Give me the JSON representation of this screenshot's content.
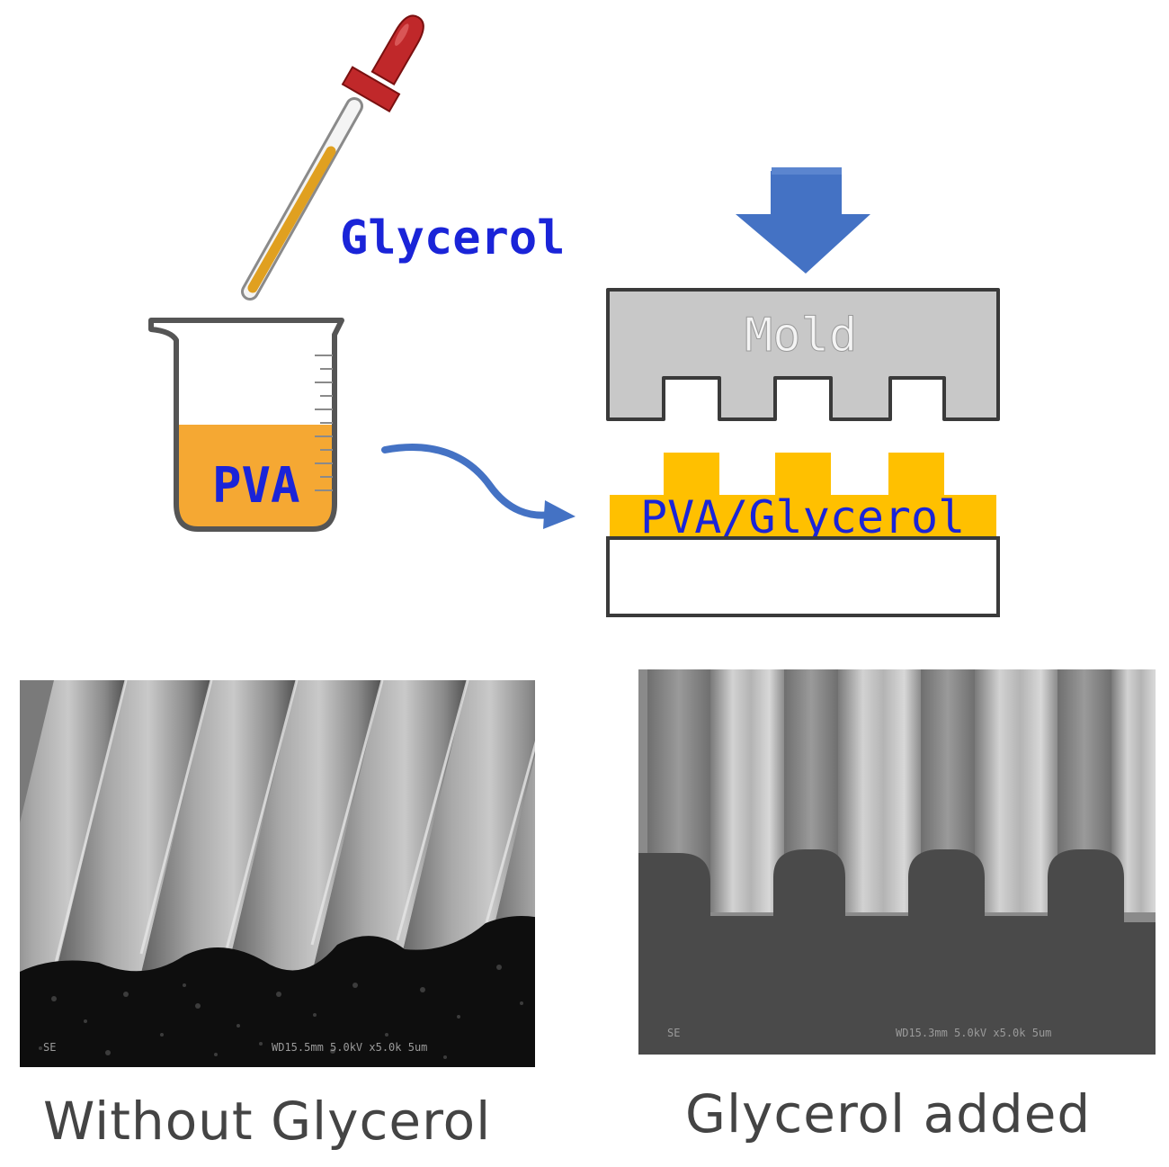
{
  "labels": {
    "glycerol": "Glycerol",
    "pva": "PVA",
    "mold": "Mold",
    "pva_glycerol": "PVA/Glycerol"
  },
  "captions": {
    "without": "Without Glycerol",
    "added": "Glycerol added"
  },
  "sem_left_info": {
    "detector": "SE",
    "settings": "WD15.5mm   5.0kV x5.0k     5um"
  },
  "sem_right_info": {
    "detector": "SE",
    "settings": "WD15.3mm   5.0kV x5.0k     5um"
  },
  "colors": {
    "pva_fill": "#f5a833",
    "pva_glycerol_fill": "#ffc000",
    "mold_fill": "#c8c8c8",
    "label_blue": "#1a24d8",
    "press_arrow": "#4472c4",
    "dropper_bulb": "#c0282a"
  }
}
